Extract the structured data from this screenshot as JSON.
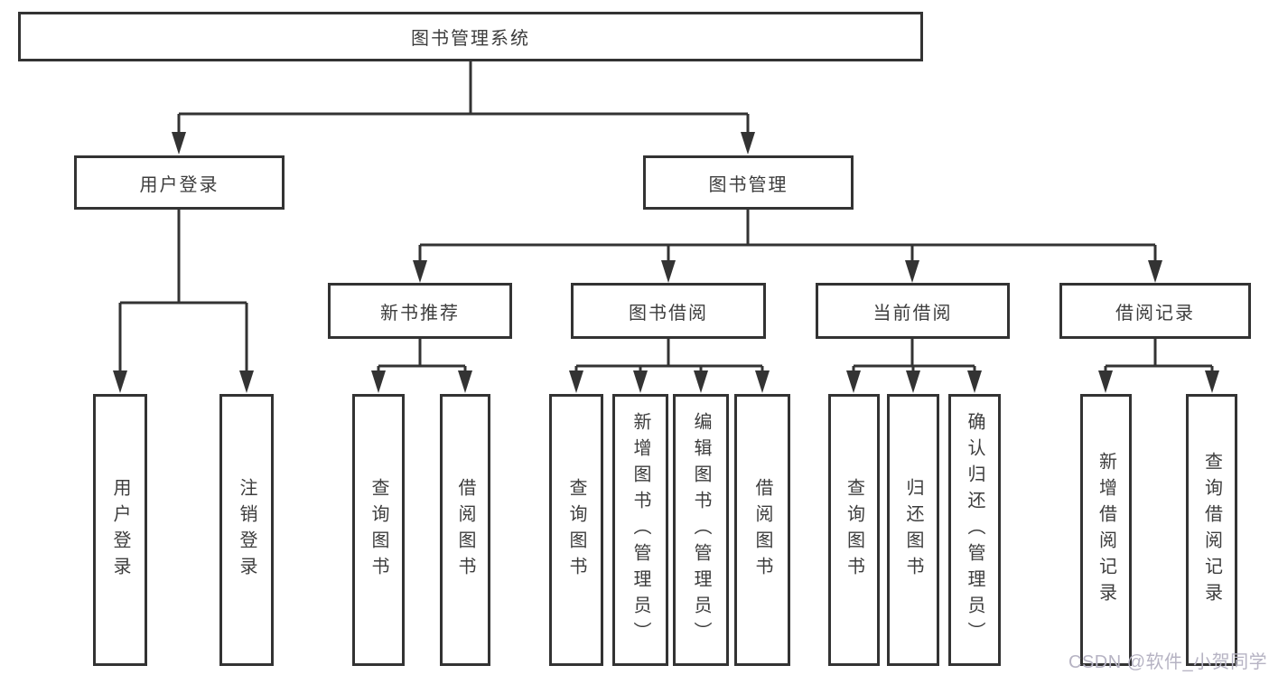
{
  "diagram": {
    "type": "hierarchy-tree",
    "tree": {
      "label": "图书管理系统",
      "children": [
        {
          "label": "用户登录",
          "children": [
            {
              "label": "用户登录"
            },
            {
              "label": "注销登录"
            }
          ]
        },
        {
          "label": "图书管理",
          "children": [
            {
              "label": "新书推荐",
              "children": [
                {
                  "label": "查询图书"
                },
                {
                  "label": "借阅图书"
                }
              ]
            },
            {
              "label": "图书借阅",
              "children": [
                {
                  "label": "查询图书"
                },
                {
                  "label": "新增图书（管理员）"
                },
                {
                  "label": "编辑图书（管理员）"
                },
                {
                  "label": "借阅图书"
                }
              ]
            },
            {
              "label": "当前借阅",
              "children": [
                {
                  "label": "查询图书"
                },
                {
                  "label": "归还图书"
                },
                {
                  "label": "确认归还（管理员）"
                }
              ]
            },
            {
              "label": "借阅记录",
              "children": [
                {
                  "label": "新增借阅记录"
                },
                {
                  "label": "查询借阅记录"
                }
              ]
            }
          ]
        }
      ]
    }
  },
  "watermark": {
    "text": "CSDN @软件_小贺同学"
  },
  "colors": {
    "line": "#333333",
    "text": "#3d3d3d",
    "box_fill": "#ffffff",
    "background": "#ffffff",
    "watermark": "#b6b3c3"
  }
}
